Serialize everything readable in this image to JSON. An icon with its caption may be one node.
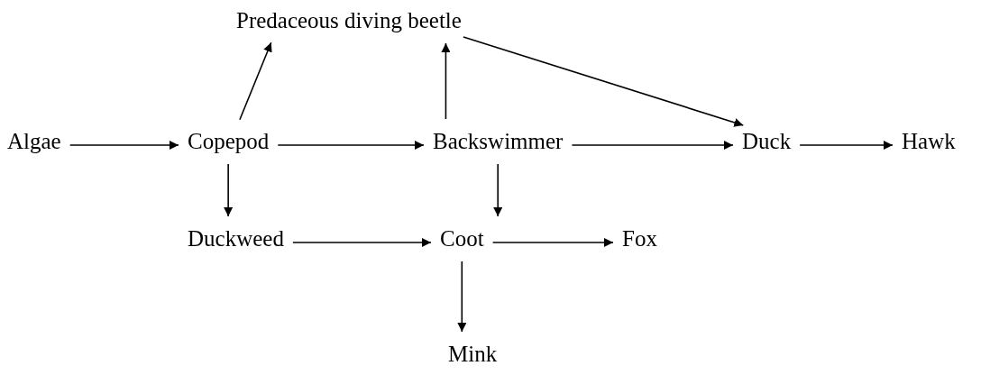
{
  "diagram": {
    "nodes": [
      {
        "text": [
          "Predaceous diving beetle"
        ]
      },
      {
        "text": [
          "Algae"
        ]
      },
      {
        "text": [
          "Copepod"
        ]
      },
      {
        "text": [
          "Backswimmer"
        ]
      },
      {
        "text": [
          "Duck"
        ]
      },
      {
        "text": [
          "Hawk"
        ]
      },
      {
        "text": [
          "Duckweed"
        ]
      },
      {
        "text": [
          "Coot"
        ]
      },
      {
        "text": [
          "Fox"
        ]
      },
      {
        "text": [
          "Mink"
        ]
      }
    ],
    "edges": [
      {
        "from": 1,
        "to": 2,
        "arrow": "to"
      },
      {
        "from": 2,
        "to": 0,
        "arrow": "to"
      },
      {
        "from": 2,
        "to": 3,
        "arrow": "to"
      },
      {
        "from": 3,
        "to": 0,
        "arrow": "to"
      },
      {
        "from": 0,
        "to": 4,
        "arrow": "to"
      },
      {
        "from": 3,
        "to": 4,
        "arrow": "to"
      },
      {
        "from": 4,
        "to": 5,
        "arrow": "to"
      },
      {
        "from": 2,
        "to": 6,
        "arrow": "to"
      },
      {
        "from": 3,
        "to": 7,
        "arrow": "to"
      },
      {
        "from": 6,
        "to": 7,
        "arrow": "to"
      },
      {
        "from": 7,
        "to": 8,
        "arrow": "to"
      },
      {
        "from": 7,
        "to": 9,
        "arrow": "to"
      }
    ]
  }
}
